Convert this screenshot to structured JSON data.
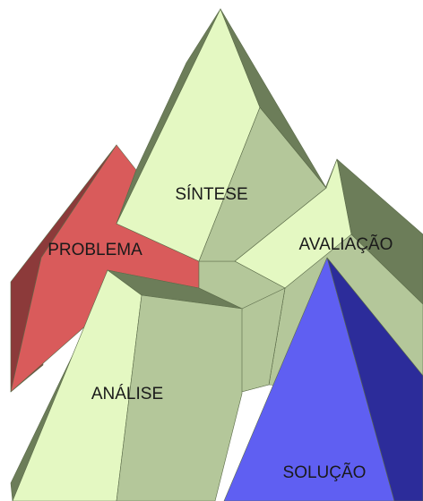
{
  "diagram": {
    "labels": {
      "problema": "PROBLEMA",
      "sintese": "SÍNTESE",
      "avaliacao": "AVALIAÇÃO",
      "analise": "ANÁLISE",
      "solucao": "SOLUÇÃO"
    },
    "colors": {
      "red_face": "#d95b5b",
      "red_dark": "#8c3a3a",
      "green_light": "#e4f8c2",
      "green_mid": "#b4c79a",
      "green_dark": "#6c7d59",
      "blue_face": "#5f5ff2",
      "blue_dark": "#2c2c9a"
    }
  }
}
